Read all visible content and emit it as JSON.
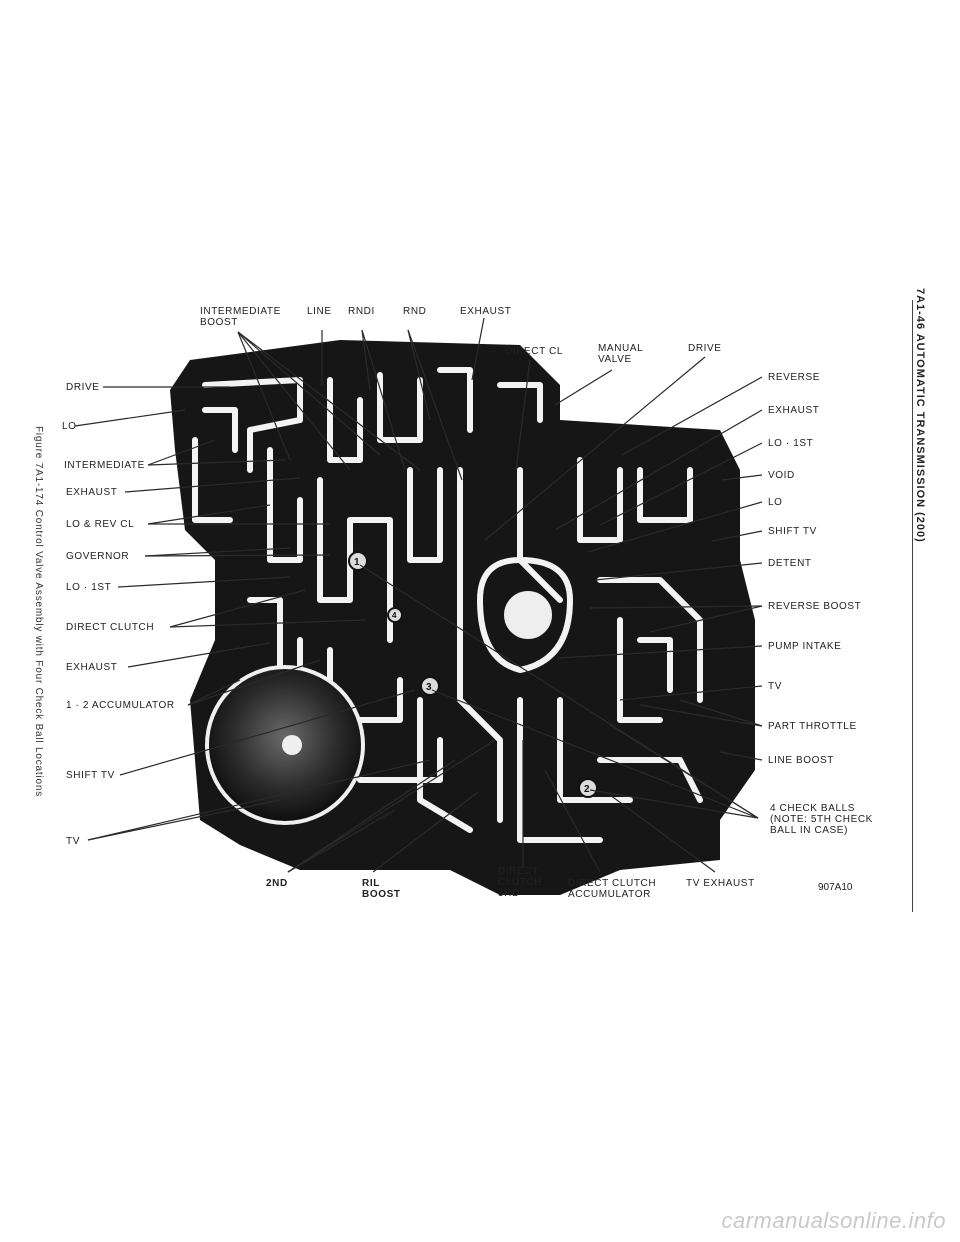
{
  "header": {
    "section": "7A1-46 AUTOMATIC TRANSMISSION (200)"
  },
  "caption": "Figure 7A1-174 Control Valve Assembly with Four Check Ball Locations",
  "figure_id": "907A10",
  "watermark": "carmanualsonline.info",
  "labels": {
    "intermediate_boost": [
      "INTERMEDIATE",
      "BOOST"
    ],
    "line": "LINE",
    "rndi": "RNDI",
    "rnd": "RND",
    "exhaust_top": "EXHAUST",
    "direct_cl": "DIRECT CL",
    "manual_valve": [
      "MANUAL",
      "VALVE"
    ],
    "drive_top": "DRIVE",
    "drive_left": "DRIVE",
    "lo_left": "LO",
    "intermediate_left": "INTERMEDIATE",
    "exhaust_left": "EXHAUST",
    "lo_rev_cl": "LO & REV CL",
    "governor": "GOVERNOR",
    "lo_1st_left": "LO · 1ST",
    "direct_clutch_left": "DIRECT CLUTCH",
    "exhaust_left2": "EXHAUST",
    "accumulator_12": "1 · 2 ACCUMULATOR",
    "shift_tv_left": "SHIFT TV",
    "tv_left": "TV",
    "reverse": "REVERSE",
    "exhaust_right": "EXHAUST",
    "lo_1st_right": "LO · 1ST",
    "void": "VOID",
    "lo_right": "LO",
    "shift_tv_right": "SHIFT TV",
    "detent": "DETENT",
    "reverse_boost": "REVERSE BOOST",
    "pump_intake": "PUMP INTAKE",
    "tv_right": "TV",
    "part_throttle": "PART THROTTLE",
    "line_boost": "LINE BOOST",
    "check_balls": [
      "4 CHECK BALLS",
      "(NOTE: 5TH CHECK",
      "BALL IN CASE)"
    ],
    "second": "2ND",
    "ril_boost": [
      "RIL",
      "BOOST"
    ],
    "direct_clutch_3rd": [
      "DIRECT",
      "CLUTCH",
      "3RD"
    ],
    "direct_clutch_accum": [
      "DIRECT CLUTCH",
      "ACCUMULATOR"
    ],
    "tv_exhaust": "TV EXHAUST"
  },
  "check_ball_numbers": [
    "1",
    "2",
    "3",
    "4"
  ]
}
